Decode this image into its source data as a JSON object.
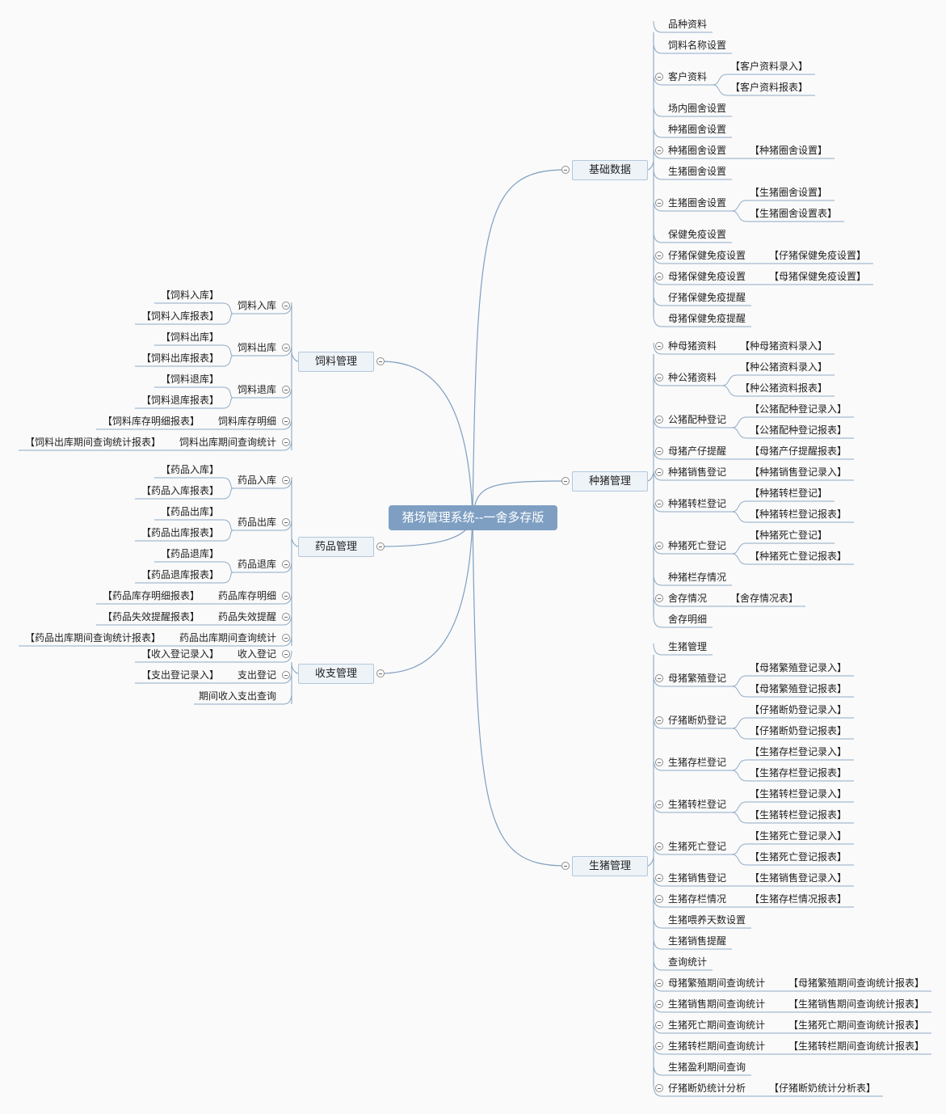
{
  "title": "猪场管理系统--一舍多存版",
  "right": [
    {
      "label": "基础数据",
      "children": [
        {
          "label": "品种资料"
        },
        {
          "label": "饲料名称设置"
        },
        {
          "label": "客户资料",
          "children": [
            {
              "label": "【客户资料录入】"
            },
            {
              "label": "【客户资料报表】"
            }
          ]
        },
        {
          "label": "场内圈舍设置"
        },
        {
          "label": "种猪圈舍设置"
        },
        {
          "label": "种猪圈舍设置",
          "children": [
            {
              "label": "【种猪圈舍设置】"
            }
          ]
        },
        {
          "label": "生猪圈舍设置"
        },
        {
          "label": "生猪圈舍设置",
          "children": [
            {
              "label": "【生猪圈舍设置】"
            },
            {
              "label": "【生猪圈舍设置表】"
            }
          ]
        },
        {
          "label": "保健免疫设置"
        },
        {
          "label": "仔猪保健免疫设置",
          "children": [
            {
              "label": "【仔猪保健免疫设置】"
            }
          ]
        },
        {
          "label": "母猪保健免疫设置",
          "children": [
            {
              "label": "【母猪保健免疫设置】"
            }
          ]
        },
        {
          "label": "仔猪保健免疫提醒"
        },
        {
          "label": "母猪保健免疫提醒"
        }
      ]
    },
    {
      "label": "种猪管理",
      "children": [
        {
          "label": "种母猪资料",
          "children": [
            {
              "label": "【种母猪资料录入】"
            }
          ]
        },
        {
          "label": "种公猪资料",
          "children": [
            {
              "label": "【种公猪资料录入】"
            },
            {
              "label": "【种公猪资料报表】"
            }
          ]
        },
        {
          "label": "公猪配种登记",
          "children": [
            {
              "label": "【公猪配种登记录入】"
            },
            {
              "label": "【公猪配种登记报表】"
            }
          ]
        },
        {
          "label": "母猪产仔提醒",
          "children": [
            {
              "label": "【母猪产仔提醒报表】"
            }
          ]
        },
        {
          "label": "种猪销售登记",
          "children": [
            {
              "label": "【种猪销售登记录入】"
            }
          ]
        },
        {
          "label": "种猪转栏登记",
          "children": [
            {
              "label": "【种猪转栏登记】"
            },
            {
              "label": "【种猪转栏登记报表】"
            }
          ]
        },
        {
          "label": "种猪死亡登记",
          "children": [
            {
              "label": "【种猪死亡登记】"
            },
            {
              "label": "【种猪死亡登记报表】"
            }
          ]
        },
        {
          "label": "种猪栏存情况"
        },
        {
          "label": "舍存情况",
          "children": [
            {
              "label": "【舍存情况表】"
            }
          ]
        },
        {
          "label": "舍存明细"
        }
      ]
    },
    {
      "label": "生猪管理",
      "children": [
        {
          "label": "生猪管理"
        },
        {
          "label": "母猪繁殖登记",
          "children": [
            {
              "label": "【母猪繁殖登记录入】"
            },
            {
              "label": "【母猪繁殖登记报表】"
            }
          ]
        },
        {
          "label": "仔猪断奶登记",
          "children": [
            {
              "label": "【仔猪断奶登记录入】"
            },
            {
              "label": "【仔猪断奶登记报表】"
            }
          ]
        },
        {
          "label": "生猪存栏登记",
          "children": [
            {
              "label": "【生猪存栏登记录入】"
            },
            {
              "label": "【生猪存栏登记报表】"
            }
          ]
        },
        {
          "label": "生猪转栏登记",
          "children": [
            {
              "label": "【生猪转栏登记录入】"
            },
            {
              "label": "【生猪转栏登记报表】"
            }
          ]
        },
        {
          "label": "生猪死亡登记",
          "children": [
            {
              "label": "【生猪死亡登记录入】"
            },
            {
              "label": "【生猪死亡登记报表】"
            }
          ]
        },
        {
          "label": "生猪销售登记",
          "children": [
            {
              "label": "【生猪销售登记录入】"
            }
          ]
        },
        {
          "label": "生猪存栏情况",
          "children": [
            {
              "label": "【生猪存栏情况报表】"
            }
          ]
        },
        {
          "label": "生猪喂养天数设置"
        },
        {
          "label": "生猪销售提醒"
        },
        {
          "label": "查询统计"
        },
        {
          "label": "母猪繁殖期间查询统计",
          "children": [
            {
              "label": "【母猪繁殖期间查询统计报表】"
            }
          ]
        },
        {
          "label": "生猪销售期间查询统计",
          "children": [
            {
              "label": "【生猪销售期间查询统计报表】"
            }
          ]
        },
        {
          "label": "生猪死亡期间查询统计",
          "children": [
            {
              "label": "【生猪死亡期间查询统计报表】"
            }
          ]
        },
        {
          "label": "生猪转栏期间查询统计",
          "children": [
            {
              "label": "【生猪转栏期间查询统计报表】"
            }
          ]
        },
        {
          "label": "生猪盈利期间查询"
        },
        {
          "label": "仔猪断奶统计分析",
          "children": [
            {
              "label": "【仔猪断奶统计分析表】"
            }
          ]
        }
      ]
    }
  ],
  "left": [
    {
      "label": "饲料管理",
      "children": [
        {
          "label": "饲料入库",
          "children": [
            {
              "label": "【饲料入库】"
            },
            {
              "label": "【饲料入库报表】"
            }
          ]
        },
        {
          "label": "饲料出库",
          "children": [
            {
              "label": "【饲料出库】"
            },
            {
              "label": "【饲料出库报表】"
            }
          ]
        },
        {
          "label": "饲料退库",
          "children": [
            {
              "label": "【饲料退库】"
            },
            {
              "label": "【饲料退库报表】"
            }
          ]
        },
        {
          "label": "饲料库存明细",
          "children": [
            {
              "label": "【饲料库存明细报表】"
            }
          ]
        },
        {
          "label": "饲料出库期间查询统计",
          "children": [
            {
              "label": "【饲料出库期间查询统计报表】"
            }
          ]
        }
      ]
    },
    {
      "label": "药品管理",
      "children": [
        {
          "label": "药品入库",
          "children": [
            {
              "label": "【药品入库】"
            },
            {
              "label": "【药品入库报表】"
            }
          ]
        },
        {
          "label": "药品出库",
          "children": [
            {
              "label": "【药品出库】"
            },
            {
              "label": "【药品出库报表】"
            }
          ]
        },
        {
          "label": "药品退库",
          "children": [
            {
              "label": "【药品退库】"
            },
            {
              "label": "【药品退库报表】"
            }
          ]
        },
        {
          "label": "药品库存明细",
          "children": [
            {
              "label": "【药品库存明细报表】"
            }
          ]
        },
        {
          "label": "药品失效提醒",
          "children": [
            {
              "label": "【药品失效提醒报表】"
            }
          ]
        },
        {
          "label": "药品出库期间查询统计",
          "children": [
            {
              "label": "【药品出库期间查询统计报表】"
            }
          ]
        }
      ]
    },
    {
      "label": "收支管理",
      "children": [
        {
          "label": "收入登记",
          "children": [
            {
              "label": "【收入登记录入】"
            }
          ]
        },
        {
          "label": "支出登记",
          "children": [
            {
              "label": "【支出登记录入】"
            }
          ]
        },
        {
          "label": "期间收入支出查询"
        }
      ]
    }
  ]
}
